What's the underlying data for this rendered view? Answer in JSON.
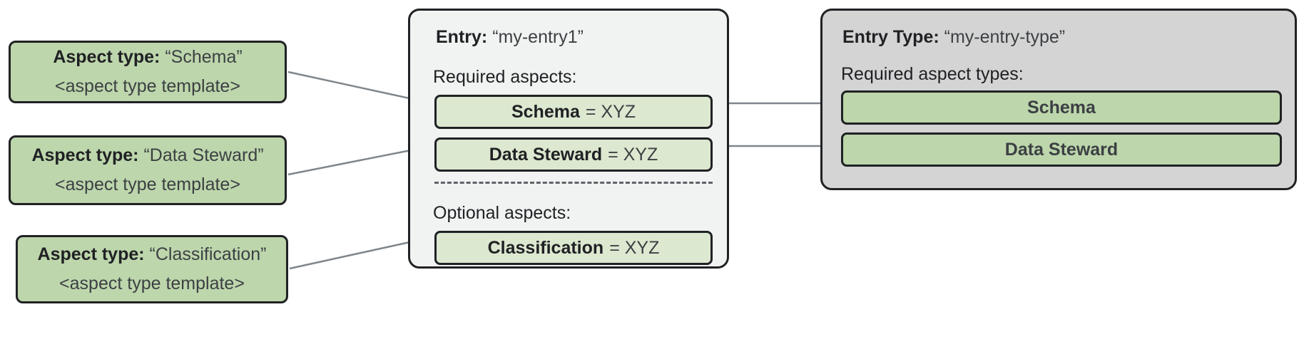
{
  "diagram": {
    "title": "Entry / Entry Type / Aspect type relationship diagram",
    "colors": {
      "aspect_type_green": "#bdd6ac",
      "aspect_instance_green": "#dce8d0",
      "entry_panel_gray": "#f1f3f2",
      "entry_type_panel_gray": "#d4d4d4",
      "outline": "#202124",
      "connector": "#80868b"
    }
  },
  "aspect_types": [
    {
      "label_prefix": "Aspect type:",
      "name": "“Schema”",
      "template": "<aspect type template>"
    },
    {
      "label_prefix": "Aspect type:",
      "name": "“Data Steward”",
      "template": "<aspect type template>"
    },
    {
      "label_prefix": "Aspect type:",
      "name": "“Classification”",
      "template": "<aspect type template>"
    }
  ],
  "entry": {
    "label_prefix": "Entry:",
    "name": "“my-entry1”",
    "required_label": "Required aspects:",
    "required_aspects": [
      {
        "name": "Schema",
        "value": "= XYZ"
      },
      {
        "name": "Data Steward",
        "value": "= XYZ"
      }
    ],
    "optional_label": "Optional aspects:",
    "optional_aspects": [
      {
        "name": "Classification",
        "value": "= XYZ"
      }
    ]
  },
  "entry_type": {
    "label_prefix": "Entry Type:",
    "name": "“my-entry-type”",
    "required_label": "Required aspect types:",
    "required_aspect_types": [
      {
        "name": "Schema"
      },
      {
        "name": "Data Steward"
      }
    ]
  }
}
